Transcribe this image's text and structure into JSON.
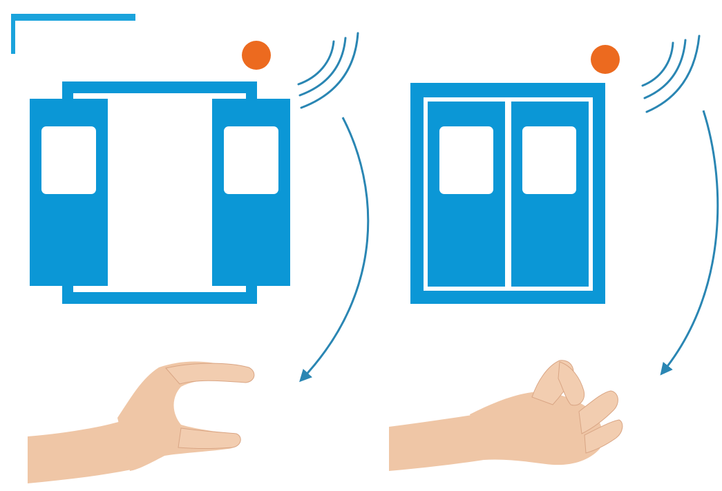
{
  "colors": {
    "door_blue": "#0b97d6",
    "indicator_orange": "#ec6a1f",
    "arrow_blue": "#2a86b3",
    "skin": "#efc6a6",
    "skin_shadow": "#d9a584",
    "background": "#ffffff"
  },
  "panels": [
    {
      "door_state": "open",
      "gesture": "open-hand",
      "icons": [
        "door-open-icon",
        "indicator-dot-icon",
        "signal-waves-icon",
        "curved-arrow-icon",
        "open-hand-icon"
      ]
    },
    {
      "door_state": "closed",
      "gesture": "pinch-hand",
      "icons": [
        "door-closed-icon",
        "indicator-dot-icon",
        "signal-waves-icon",
        "curved-arrow-icon",
        "pinch-hand-icon"
      ]
    }
  ]
}
